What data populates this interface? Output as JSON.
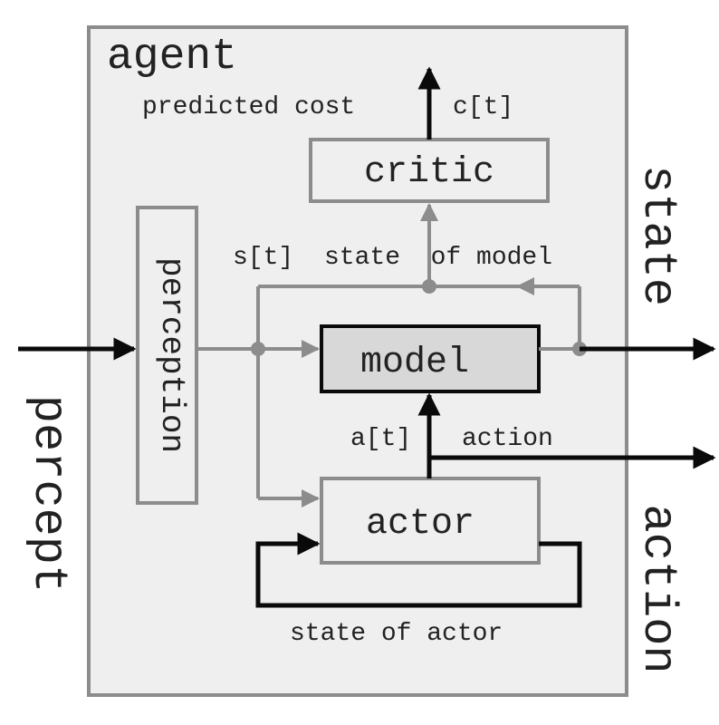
{
  "agent_label": "agent",
  "modules": {
    "perception": "perception",
    "critic": "critic",
    "model": "model",
    "actor": "actor"
  },
  "signals": {
    "predicted_cost": "predicted cost",
    "cost_symbol": "c[t]",
    "state_symbol": "s[t]",
    "state_of_model": "state  of model",
    "action_symbol": "a[t]",
    "action_word": "action",
    "state_of_actor": "state of actor"
  },
  "external": {
    "percept": "percept",
    "state": "state",
    "action": "action"
  },
  "colors": {
    "panel_fill": "#efefef",
    "gray_stroke": "#8c8c8c",
    "black_stroke": "#0a0a0a",
    "model_fill": "#d8d8d8",
    "text": "#222222"
  }
}
